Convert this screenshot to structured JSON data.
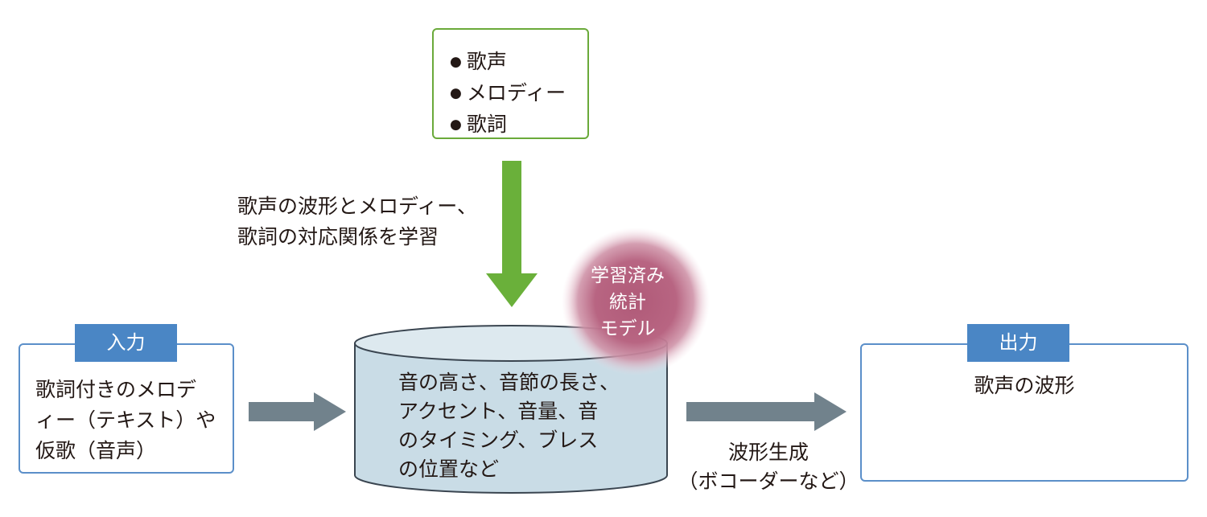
{
  "training_data": {
    "items": [
      "歌声",
      "メロディー",
      "歌詞"
    ]
  },
  "learning": {
    "line1": "歌声の波形とメロディー、",
    "line2": "歌詞の対応関係を学習"
  },
  "input": {
    "label": "入力",
    "line1": "歌詞付きのメロデ",
    "line2": "ィー（テキスト）や",
    "line3": "仮歌（音声）"
  },
  "model": {
    "line1": "音の高さ、音節の長さ、",
    "line2": "アクセント、音量、音",
    "line3": "のタイミング、ブレス",
    "line4": "の位置など"
  },
  "badge": {
    "line1": "学習済み",
    "line2": "統計",
    "line3": "モデル"
  },
  "generation": {
    "line1": "波形生成",
    "line2": "（ボコーダーなど）"
  },
  "output": {
    "label": "出力",
    "caption": "歌声の波形"
  },
  "colors": {
    "training_border": "#6aaa3a",
    "training_arrow": "#6ab03a",
    "box_border": "#5b8fc9",
    "label_fill": "#4a86c5",
    "flow_arrow": "#71828c",
    "cylinder_fill": "#c9dce6",
    "badge_fill": "#b05a78",
    "waveform_dark": "#3d4a52",
    "waveform_light": "#8a9aa3"
  }
}
